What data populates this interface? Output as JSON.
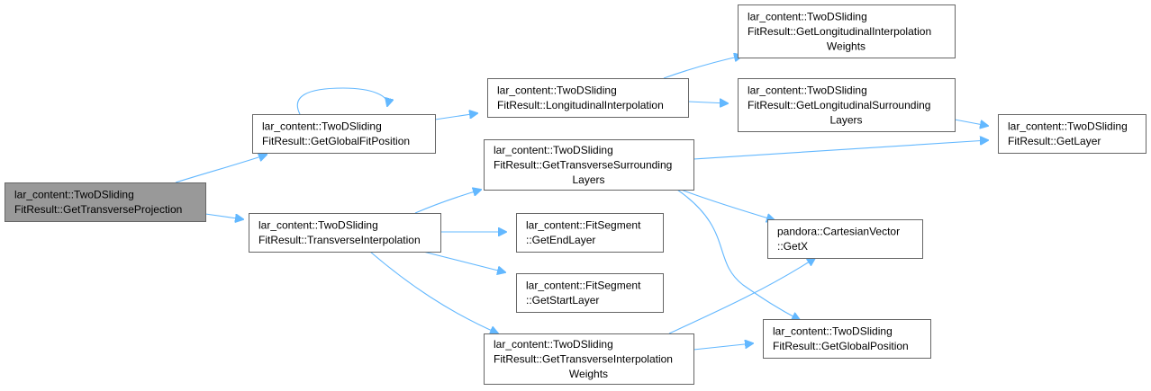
{
  "graph": {
    "nodes": [
      {
        "id": "n1",
        "lines": [
          "lar_content::TwoDSliding",
          "FitResult::GetTransverseProjection"
        ],
        "root": true
      },
      {
        "id": "n2",
        "lines": [
          "lar_content::TwoDSliding",
          "FitResult::GetGlobalFitPosition"
        ]
      },
      {
        "id": "n3",
        "lines": [
          "lar_content::TwoDSliding",
          "FitResult::TransverseInterpolation"
        ]
      },
      {
        "id": "n4",
        "lines": [
          "lar_content::TwoDSliding",
          "FitResult::LongitudinalInterpolation"
        ]
      },
      {
        "id": "n5",
        "lines": [
          "lar_content::TwoDSliding",
          "FitResult::GetTransverseSurrounding",
          "Layers"
        ]
      },
      {
        "id": "n6",
        "lines": [
          "lar_content::FitSegment",
          "::GetEndLayer"
        ]
      },
      {
        "id": "n7",
        "lines": [
          "lar_content::FitSegment",
          "::GetStartLayer"
        ]
      },
      {
        "id": "n8",
        "lines": [
          "lar_content::TwoDSliding",
          "FitResult::GetTransverseInterpolation",
          "Weights"
        ]
      },
      {
        "id": "n9",
        "lines": [
          "lar_content::TwoDSliding",
          "FitResult::GetLongitudinalInterpolation",
          "Weights"
        ]
      },
      {
        "id": "n10",
        "lines": [
          "lar_content::TwoDSliding",
          "FitResult::GetLongitudinalSurrounding",
          "Layers"
        ]
      },
      {
        "id": "n11",
        "lines": [
          "lar_content::TwoDSliding",
          "FitResult::GetLayer"
        ]
      },
      {
        "id": "n12",
        "lines": [
          "pandora::CartesianVector",
          "::GetX"
        ]
      },
      {
        "id": "n13",
        "lines": [
          "lar_content::TwoDSliding",
          "FitResult::GetGlobalPosition"
        ]
      }
    ],
    "edges": [
      {
        "from": "n1",
        "to": "n2"
      },
      {
        "from": "n1",
        "to": "n3"
      },
      {
        "from": "n2",
        "to": "n2"
      },
      {
        "from": "n2",
        "to": "n4"
      },
      {
        "from": "n4",
        "to": "n9"
      },
      {
        "from": "n4",
        "to": "n10"
      },
      {
        "from": "n10",
        "to": "n11"
      },
      {
        "from": "n3",
        "to": "n5"
      },
      {
        "from": "n3",
        "to": "n6"
      },
      {
        "from": "n3",
        "to": "n7"
      },
      {
        "from": "n3",
        "to": "n8"
      },
      {
        "from": "n5",
        "to": "n11"
      },
      {
        "from": "n5",
        "to": "n12"
      },
      {
        "from": "n5",
        "to": "n13"
      },
      {
        "from": "n8",
        "to": "n12"
      },
      {
        "from": "n8",
        "to": "n13"
      }
    ],
    "colors": {
      "edge": "#63b8ff",
      "node_border": "#666666",
      "root_fill": "#999999",
      "node_fill": "#ffffff"
    }
  }
}
